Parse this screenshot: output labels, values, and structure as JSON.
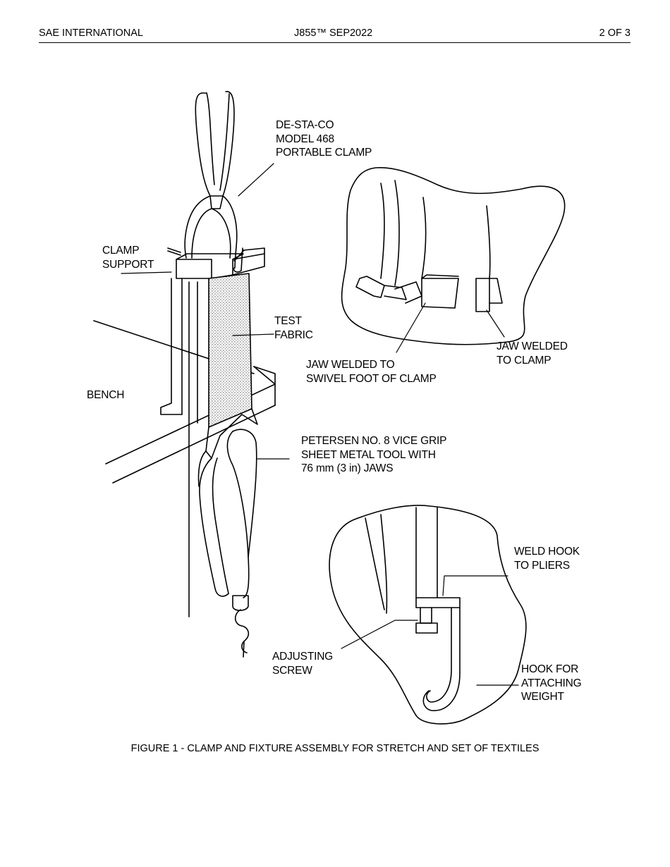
{
  "header": {
    "left": "SAE INTERNATIONAL",
    "center": "J855™ SEP2022",
    "right": "2 OF 3"
  },
  "figure": {
    "labels": {
      "destaco": [
        "DE-STA-CO",
        "MODEL 468",
        "PORTABLE CLAMP"
      ],
      "clamp_support": [
        "CLAMP",
        "SUPPORT"
      ],
      "test_fabric": [
        "TEST",
        "FABRIC"
      ],
      "bench": [
        "BENCH"
      ],
      "jaw_swivel": [
        "JAW WELDED TO",
        "SWIVEL FOOT OF CLAMP"
      ],
      "jaw_clamp": [
        "JAW WELDED",
        "TO CLAMP"
      ],
      "petersen": [
        "PETERSEN NO. 8 VICE GRIP",
        "SHEET METAL TOOL WITH",
        "76 mm (3 in) JAWS"
      ],
      "weld_hook": [
        "WELD HOOK",
        "TO PLIERS"
      ],
      "adjusting": [
        "ADJUSTING",
        "SCREW"
      ],
      "hook": [
        "HOOK FOR",
        "ATTACHING",
        "WEIGHT"
      ]
    },
    "caption": "FIGURE 1 - CLAMP AND FIXTURE ASSEMBLY FOR STRETCH AND SET OF TEXTILES"
  }
}
